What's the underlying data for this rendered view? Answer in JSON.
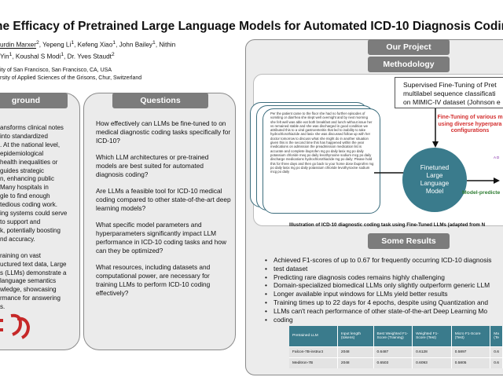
{
  "header": {
    "title": "he Efficacy of Pretrained Large Language Models for Automated ICD-10 Diagnosis Coding",
    "authors_line1_a": "urdin Marxer",
    "authors_line1_b": ", Yepeng Li",
    "authors_line1_c": ", Kefeng Xiao",
    "authors_line1_d": ", John Bailey",
    "authors_line1_e": ", Nithin",
    "authors_line2": "Yin",
    "authors_line2_b": ", Koushal S Modi",
    "authors_line2_c": ", Dr. Yves Staudt",
    "sup1": "2",
    "sup2": "1",
    "sup3": "1",
    "sup4": "1",
    "sup5": "1",
    "sup6": "1",
    "sup7": "2",
    "affil1": "ity of San Francisco, San Francisco, CA, USA",
    "affil2": "rsity of Applied Sciences of the Grisons, Chur, Switzerland"
  },
  "background": {
    "heading": "ground",
    "para1": [
      "ansforms clinical notes",
      "into standardized",
      ". At the national level,",
      "epidemiological",
      "health inequalities or",
      "guides strategic",
      "n, enhancing public",
      "Many hospitals in",
      "gle to find enough",
      "tedious coding work.",
      "ing systems could serve",
      "to support and",
      "k, potentially boosting",
      "nd accuracy."
    ],
    "para2": [
      "raining on vast",
      "uctured text data, Large",
      "s (LLMs) demonstrate a",
      "language semantics",
      "wledge, showcasing",
      "rmance for answering",
      "s."
    ]
  },
  "questions": {
    "heading": "Questions",
    "items": [
      "How effectively can LLMs be fine-tuned to on medical diagnostic coding tasks specifically for ICD-10?",
      "Which LLM architectures or pre-trained models are best suited for automated diagnosis coding?",
      "Are LLMs a feasible tool for ICD-10 medical coding compared to other state-of-the-art deep learning models?",
      "What specific model parameters and hyperparameters significantly impact LLM performance in ICD-10 coding tasks and how can they be optimized?",
      "What resources, including datasets and computational power, are necessary for training LLMs to perform ICD-10 coding effectively?"
    ]
  },
  "project": {
    "heading": "Our Project",
    "methodology_heading": "Methodology",
    "sup_box": [
      "Supervised Fine-Tuning of Pret",
      "multilabel sequence classificati",
      "on MIMIC-IV dataset (Johnson e"
    ],
    "red_note": [
      "Fine-Tuning of various m",
      "using diverse hyperpara",
      "configurations"
    ],
    "circle": [
      "Finetuned",
      "Large",
      "Language",
      "Model"
    ],
    "green_note": "Model-predicte",
    "tiny_code": "A D",
    "caption": "Illustration of ICD-10 diagnostic coding task using Fine-Tuned LLMs (adapted from N",
    "doc_text": "Per the patient came to the floor she had no further episodes of vomiting or diarrhea she slept well overnight and by next morning she felt well was able eat both breakfast and lunch without issue her vs remained stable and she was discharged in good condition we attributed this to a viral gastroenteritis that led to inability to take hydrochlorothiazide and lasix she was discussed follow up with her doctor tomorrow to discuss what she might do in another situation given this is the second time this has happened within the year medications on admission the preadmission medication list is accurate and complete ibuprofen mg po daily lasix mg po daily potassium chloride meq po daily levothyroxine sodium mcg po daily discharge medications hydrochlorothiazide mg po daily: Please hold this for three days and then go back to your home dose ibuprofen mg po daily lasix mg po daily potassium chloride levothyroxine sodium mcg po daily"
  },
  "results": {
    "heading": "Some Results",
    "items": [
      "Achieved F1-scores of up to 0.67 for frequently occurring ICD-10 diagnosis",
      "test dataset",
      "Predicting rare diagnosis codes remains highly challenging",
      "Domain-specialized biomedical LLMs only slightly outperform generic LLM",
      "Longer available input windows for LLMs yield better results",
      "Training times up to 22 days for 4 epochs, despite using Quantization and",
      "LLMs can't reach performance of other state-of-the-art Deep Learning Mo",
      "coding"
    ],
    "table": {
      "headers": [
        "Pretrained LLM",
        "Input length (tokens)",
        "Best Weighted F1-Score (Training)",
        "Weighted F1-Score (Test)",
        "Micro F1-Score (Test)",
        "Ma (Te"
      ],
      "rows": [
        [
          "Falcon-7B-instruct",
          "2048",
          "0.6487",
          "0.6128",
          "0.5897",
          "0.6"
        ],
        [
          "Meditron-7B",
          "2048",
          "0.6503",
          "0.6093",
          "0.5805",
          "0.6"
        ]
      ]
    }
  },
  "colors": {
    "teal": "#3a7b8c",
    "panel": "#ebebeb",
    "pill": "#7c7c7c",
    "red": "#d32f2f",
    "green": "#2e7d32"
  }
}
